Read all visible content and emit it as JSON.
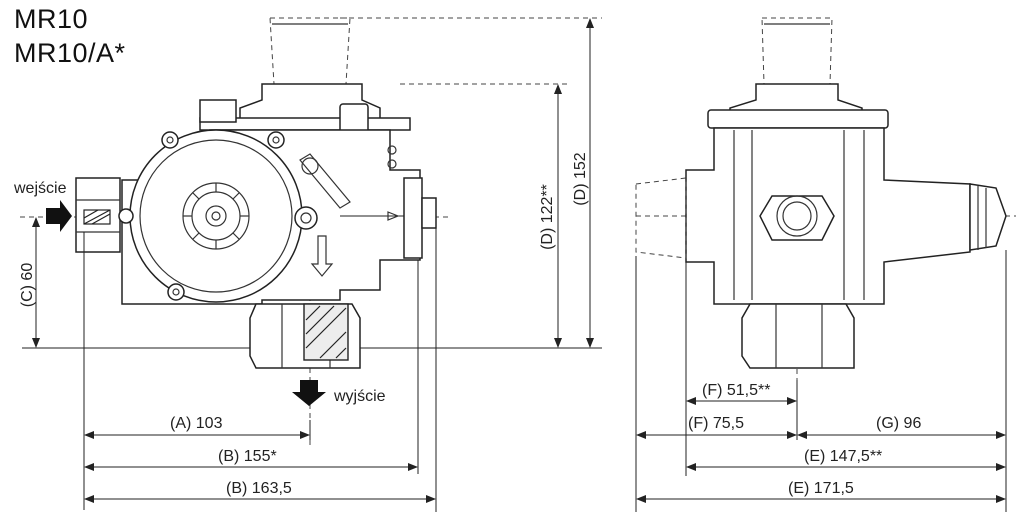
{
  "title": {
    "line1": "MR10",
    "line2": "MR10/A*"
  },
  "flow": {
    "inlet": "wejście",
    "outlet": "wyjście"
  },
  "dimensions": {
    "A": "(A) 103",
    "B1": "(B) 155*",
    "B2": "(B) 163,5",
    "C": "(C) 60",
    "D1": "(D) 122**",
    "D2": "(D) 152",
    "F1": "(F) 51,5**",
    "F2": "(F) 75,5",
    "G": "(G) 96",
    "E1": "(E) 147,5**",
    "E2": "(E) 171,5"
  },
  "colors": {
    "line": "#222222",
    "fill": "#ffffff",
    "arrow": "#111111"
  }
}
